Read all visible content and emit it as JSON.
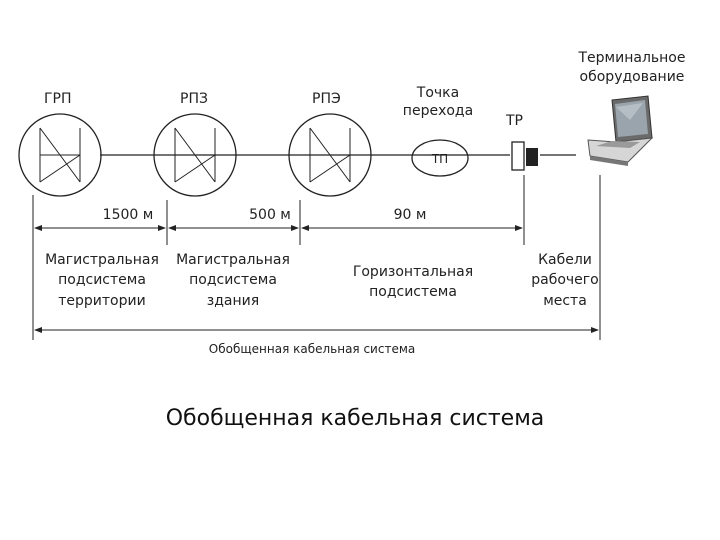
{
  "nodes": {
    "grp": "ГРП",
    "rpz": "РПЗ",
    "rpe": "РПЭ",
    "transition_point": [
      "Точка",
      "перехода"
    ],
    "tp": "ТП",
    "tr": "ТР",
    "terminal": [
      "Терминальное",
      "оборудование"
    ]
  },
  "distances": {
    "campus": "1500 м",
    "building": "500 м",
    "horizontal": "90 м"
  },
  "subsystems": {
    "campus": [
      "Магистральная",
      "подсистема",
      "территории"
    ],
    "building": [
      "Магистральная",
      "подсистема",
      "здания"
    ],
    "horizontal": [
      "Горизонтальная",
      "подсистема"
    ],
    "work_area": [
      "Кабели",
      "рабочего",
      "места"
    ]
  },
  "overall_label": "Обобщенная кабельная система",
  "title": "Обобщенная кабельная система"
}
